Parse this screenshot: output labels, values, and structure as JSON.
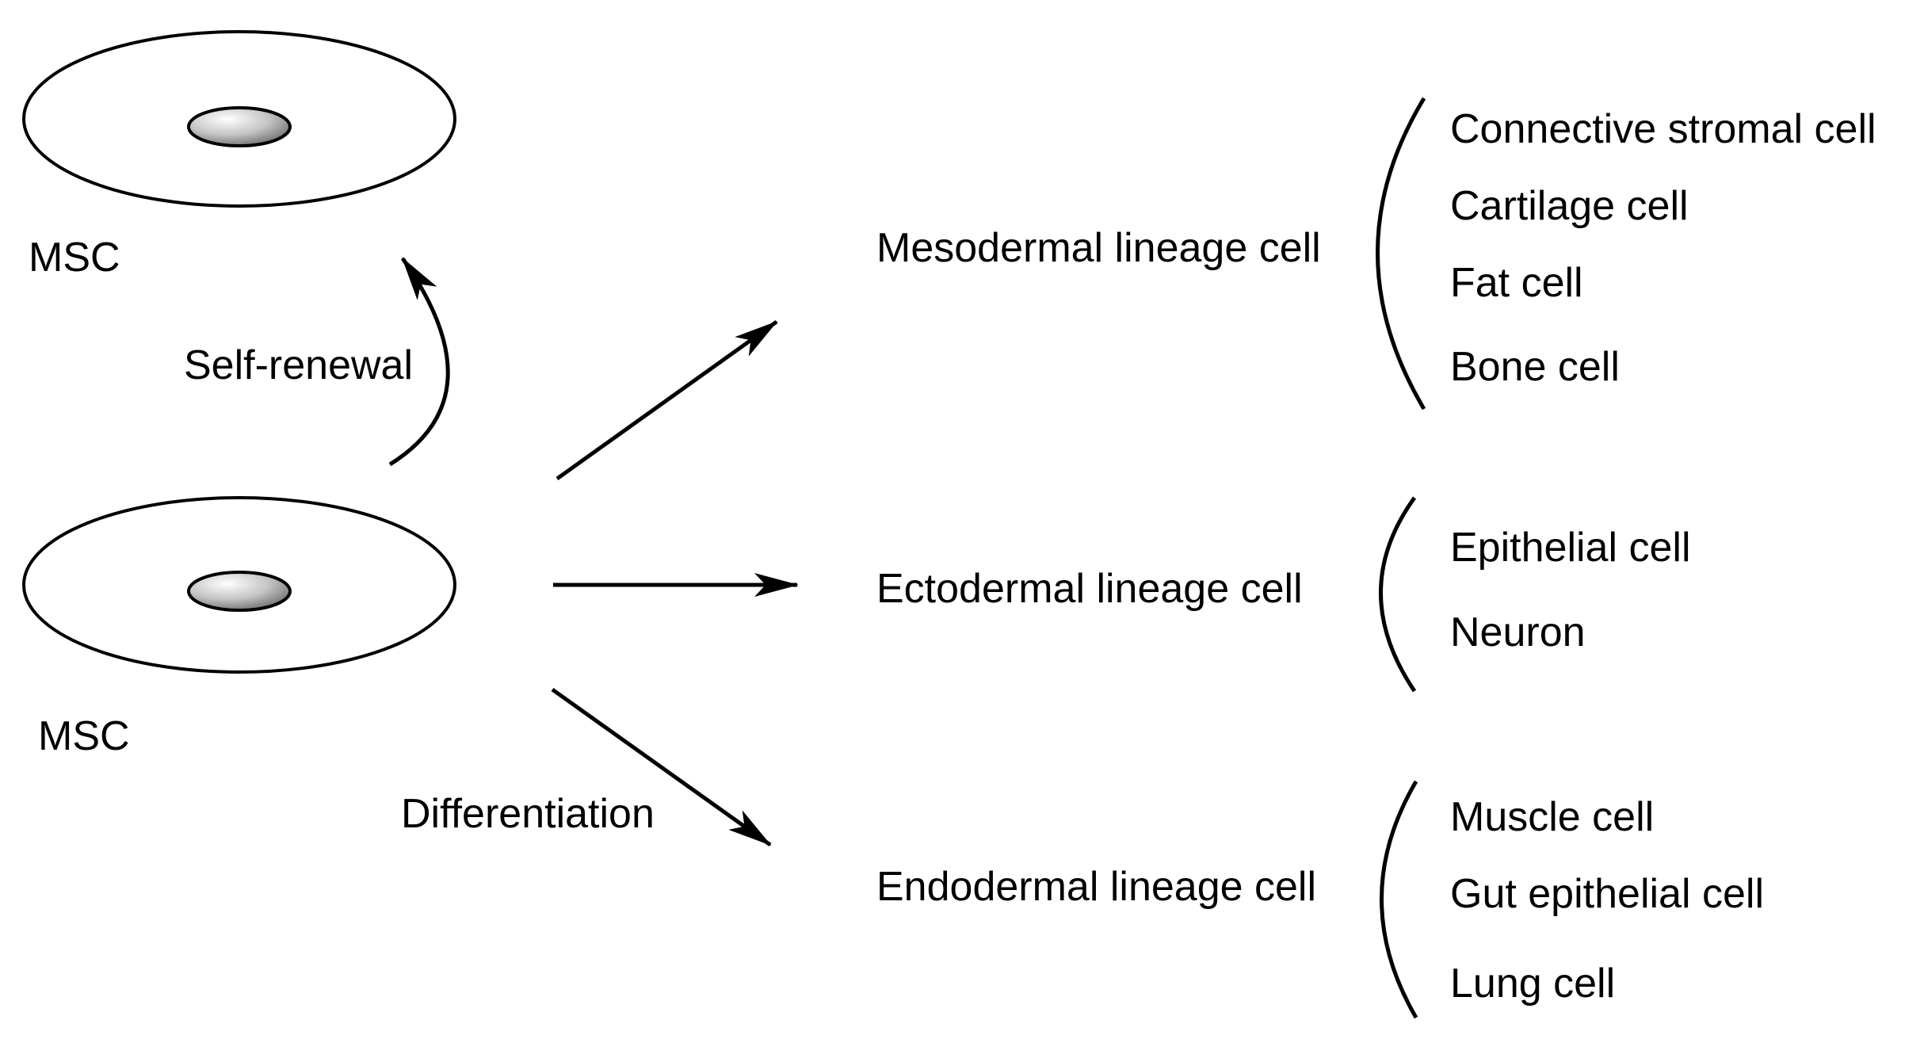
{
  "colors": {
    "stroke": "#000000",
    "background": "#ffffff",
    "nucleus_light": "#ffffff",
    "nucleus_dark": "#7a7a7a"
  },
  "cells": {
    "top_label": "MSC",
    "bottom_label": "MSC"
  },
  "processes": {
    "self_renewal": "Self-renewal",
    "differentiation": "Differentiation"
  },
  "lineages": [
    {
      "name": "Mesodermal lineage cell",
      "cell_types": [
        "Connective stromal cell",
        "Cartilage cell",
        "Fat cell",
        "Bone cell"
      ]
    },
    {
      "name": "Ectodermal lineage cell",
      "cell_types": [
        "Epithelial cell",
        "Neuron"
      ]
    },
    {
      "name": "Endodermal lineage cell",
      "cell_types": [
        "Muscle cell",
        "Gut epithelial cell",
        "Lung cell"
      ]
    }
  ]
}
